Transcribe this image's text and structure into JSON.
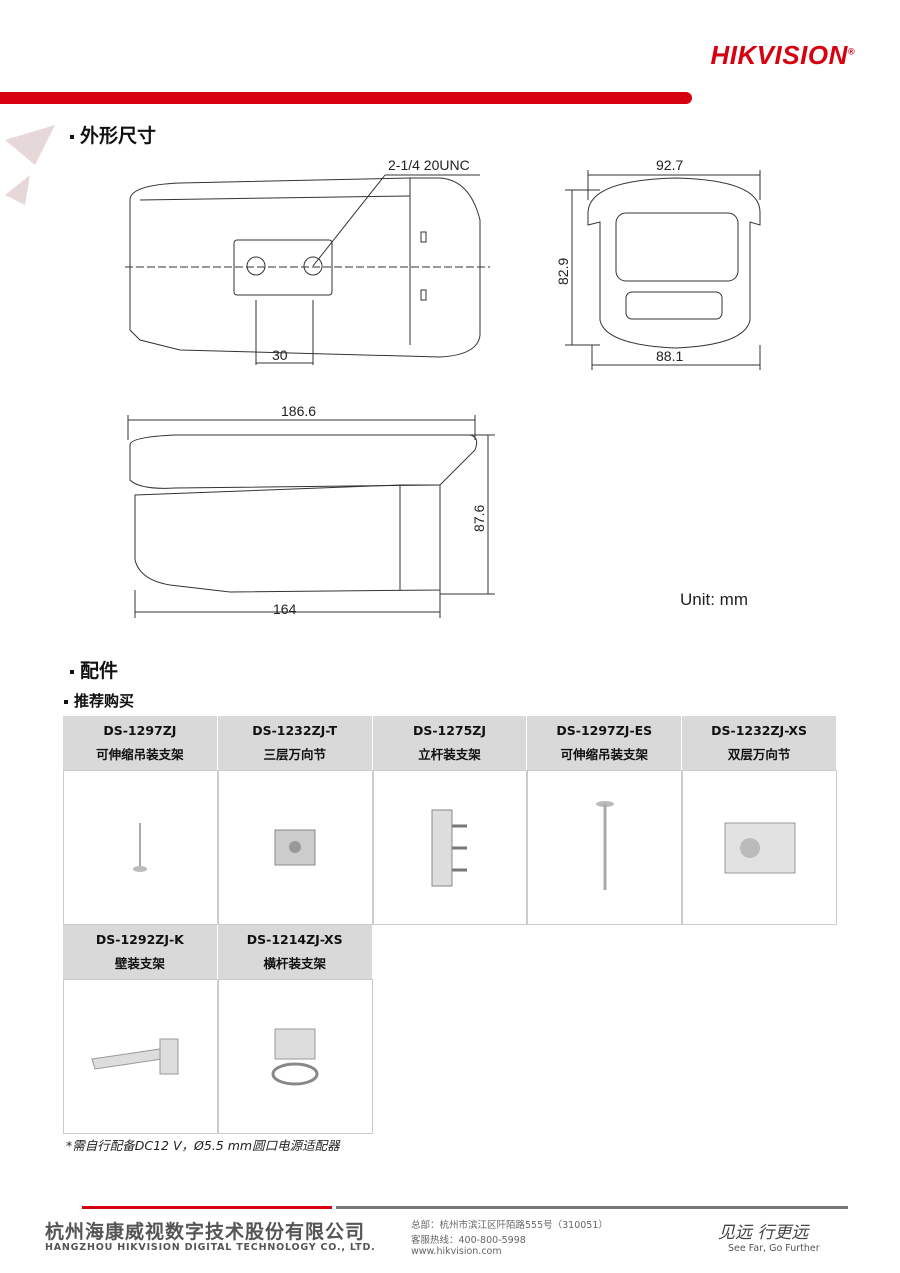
{
  "brand": {
    "logo": "HIKVISION",
    "logo_color": "#d7000f"
  },
  "sections": {
    "dimensions": "外形尺寸",
    "accessories": "配件",
    "recommended": "推荐购买"
  },
  "dimensions": {
    "thread": "2-1/4 20UNC",
    "hole_spacing": "30",
    "front_width_top": "92.7",
    "front_height": "82.9",
    "front_width_bottom": "88.1",
    "side_length": "186.6",
    "side_height": "87.6",
    "side_base": "164",
    "unit": "Unit: mm"
  },
  "accessories": [
    {
      "model": "DS-1297ZJ",
      "name": "可伸缩吊装支架"
    },
    {
      "model": "DS-1232ZJ-T",
      "name": "三层万向节"
    },
    {
      "model": "DS-1275ZJ",
      "name": "立杆装支架"
    },
    {
      "model": "DS-1297ZJ-ES",
      "name": "可伸缩吊装支架"
    },
    {
      "model": "DS-1232ZJ-XS",
      "name": "双层万向节"
    },
    {
      "model": "DS-1292ZJ-K",
      "name": "壁装支架"
    },
    {
      "model": "DS-1214ZJ-XS",
      "name": "横杆装支架"
    }
  ],
  "note": "*需自行配备DC12 V，Ø5.5 mm圆口电源适配器",
  "footer": {
    "company_cn": "杭州海康威视数字技术股份有限公司",
    "company_en": "HANGZHOU HIKVISION DIGITAL TECHNOLOGY CO., LTD.",
    "address": "总部：杭州市滨江区阡陌路555号（310051）",
    "hotline": "客服热线：400-800-5998",
    "website": "www.hikvision.com",
    "slogan_cn": "见远 行更远",
    "slogan_en": "See Far, Go Further"
  }
}
